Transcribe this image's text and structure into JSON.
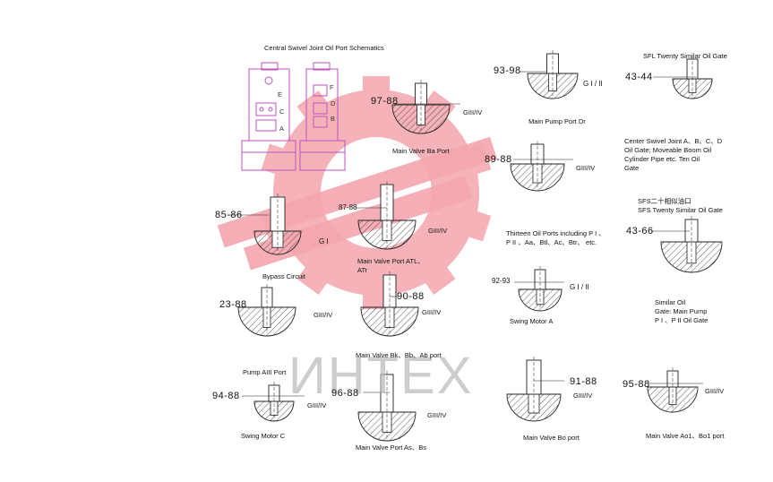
{
  "title": "Central Swivel Joint Oil Port Schematics",
  "swivel_port_letters": [
    "E",
    "C",
    "A",
    "F",
    "D",
    "B"
  ],
  "watermark_text": "ИНТЕХ",
  "colors": {
    "line": "#222222",
    "watermark": "#f0a0a8",
    "swivel": "#c050c0"
  },
  "parts": [
    {
      "id": "bypass",
      "size": "85-86",
      "thread": "G I",
      "caption": "Bypass Circuit"
    },
    {
      "id": "ba",
      "size": "97-88",
      "thread": "GIII/IV",
      "caption": "Main Valve Ba Port"
    },
    {
      "id": "atl",
      "size": "87-88",
      "thread": "GIII/IV",
      "caption": "Main Valve Port ATL、\nATr"
    },
    {
      "id": "dr",
      "size": "93-98",
      "thread": "G I / II",
      "caption": "Main Pump Port Dr"
    },
    {
      "id": "swivel-abcd",
      "size": "89-88",
      "thread": "GIII/IV",
      "caption": "Center Swivel Joint A、B、C、D\nOil Gate; Moveable Boom Oil\nCylinder Pipe etc. Ten Oil\nGate"
    },
    {
      "id": "sfl",
      "size": "43-44",
      "thread": "",
      "caption": "SFL Twenty Similar Oil Gate"
    },
    {
      "id": "sfs",
      "size": "43-66",
      "thread": "",
      "caption": "SFS二十相似油口\nSFS Twenty Similar Oil Gate"
    },
    {
      "id": "thirteen",
      "size": "",
      "thread": "",
      "caption": "Thirteen Oil Ports including P I 、\nP II 、Aa、Btl、Ac、Btr、 etc."
    },
    {
      "id": "swing-a",
      "size": "92-93",
      "thread": "G I / II",
      "caption": "Swing Motor A"
    },
    {
      "id": "bk",
      "size": "23-88",
      "thread": "GIII/IV",
      "caption": ""
    },
    {
      "id": "bk2",
      "size": "90-88",
      "thread": "GIII/IV",
      "caption": "Main Valve Bk、Bb、Ab port"
    },
    {
      "id": "similar-pump",
      "size": "",
      "thread": "",
      "caption": "Similar Oil\nGate: Main Pump\nP I 、P II Oil Gate"
    },
    {
      "id": "swing-c",
      "size": "94-88",
      "thread": "GIII/IV",
      "caption": "Swing Motor C",
      "top_caption": "Pump AIII Port"
    },
    {
      "id": "as",
      "size": "96-88",
      "thread": "GIII/IV",
      "caption": "Main Valve Port As、Bs"
    },
    {
      "id": "bo",
      "size": "91-88",
      "thread": "GIII/IV",
      "caption": "Main Valve Bo port"
    },
    {
      "id": "ao1",
      "size": "95-88",
      "thread": "GIII/IV",
      "caption": "Main Valve Ao1、Bo1 port"
    }
  ]
}
